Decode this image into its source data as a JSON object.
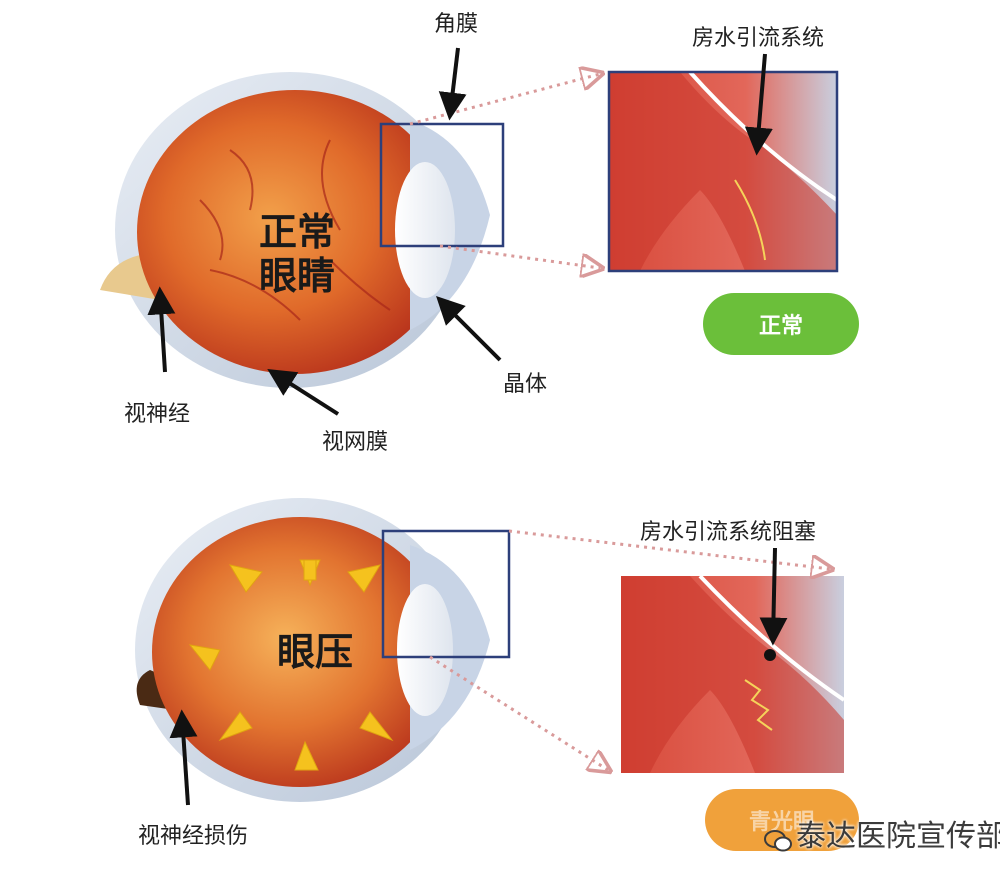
{
  "colors": {
    "normal_pill": "#6bbf3a",
    "glaucoma_pill": "#f0a13b",
    "arrow_yellow": "#f5c21e",
    "frame_blue": "#2d3f7a"
  },
  "top": {
    "eye_label": "正常眼睛",
    "eye_label_line1": "正常",
    "eye_label_line2": "眼睛",
    "cornea": "角膜",
    "drainage": "房水引流系统",
    "lens": "晶体",
    "optic_nerve": "视神经",
    "retina": "视网膜",
    "status": "正常"
  },
  "bottom": {
    "eye_label": "眼压",
    "drainage_blocked": "房水引流系统阻塞",
    "optic_nerve_damage": "视神经损伤",
    "status": "青光眼"
  },
  "watermark": {
    "text": "泰达医院宣传部",
    "icon": "wechat-icon"
  }
}
